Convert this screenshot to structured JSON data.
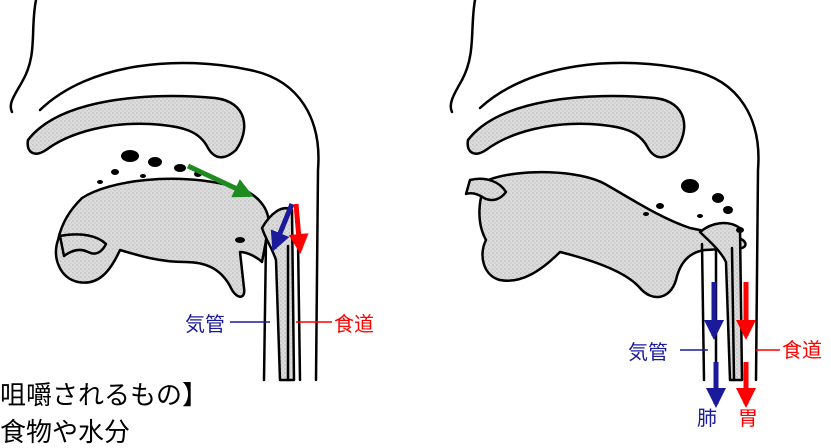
{
  "left_panel": {
    "trachea_label": "気管",
    "esophagus_label": "食道"
  },
  "right_panel": {
    "trachea_label": "気管",
    "esophagus_label": "食道",
    "lung_label": "肺",
    "stomach_label": "胃"
  },
  "caption": {
    "line1": "咀嚼されるもの】",
    "line2": "食物や水分"
  },
  "colors": {
    "food_flow_arrow": "#1f8a1f",
    "trachea_arrow": "#1a1a9a",
    "esophagus_arrow": "#ff0000",
    "tissue_fill": "#d6d6d6",
    "outline": "#000000"
  }
}
